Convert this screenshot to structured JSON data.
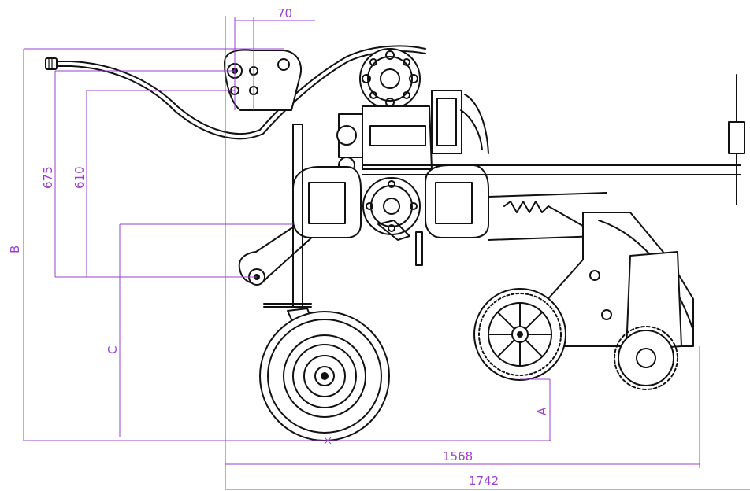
{
  "colors": {
    "dimension": "#9a3fd0",
    "linework": "#111111",
    "background": "#ffffff"
  },
  "dimensions": {
    "d70": "70",
    "d675": "675",
    "d610": "610",
    "dB": "B",
    "dC": "C",
    "dA": "A",
    "d1568": "1568",
    "d1742": "1742"
  }
}
